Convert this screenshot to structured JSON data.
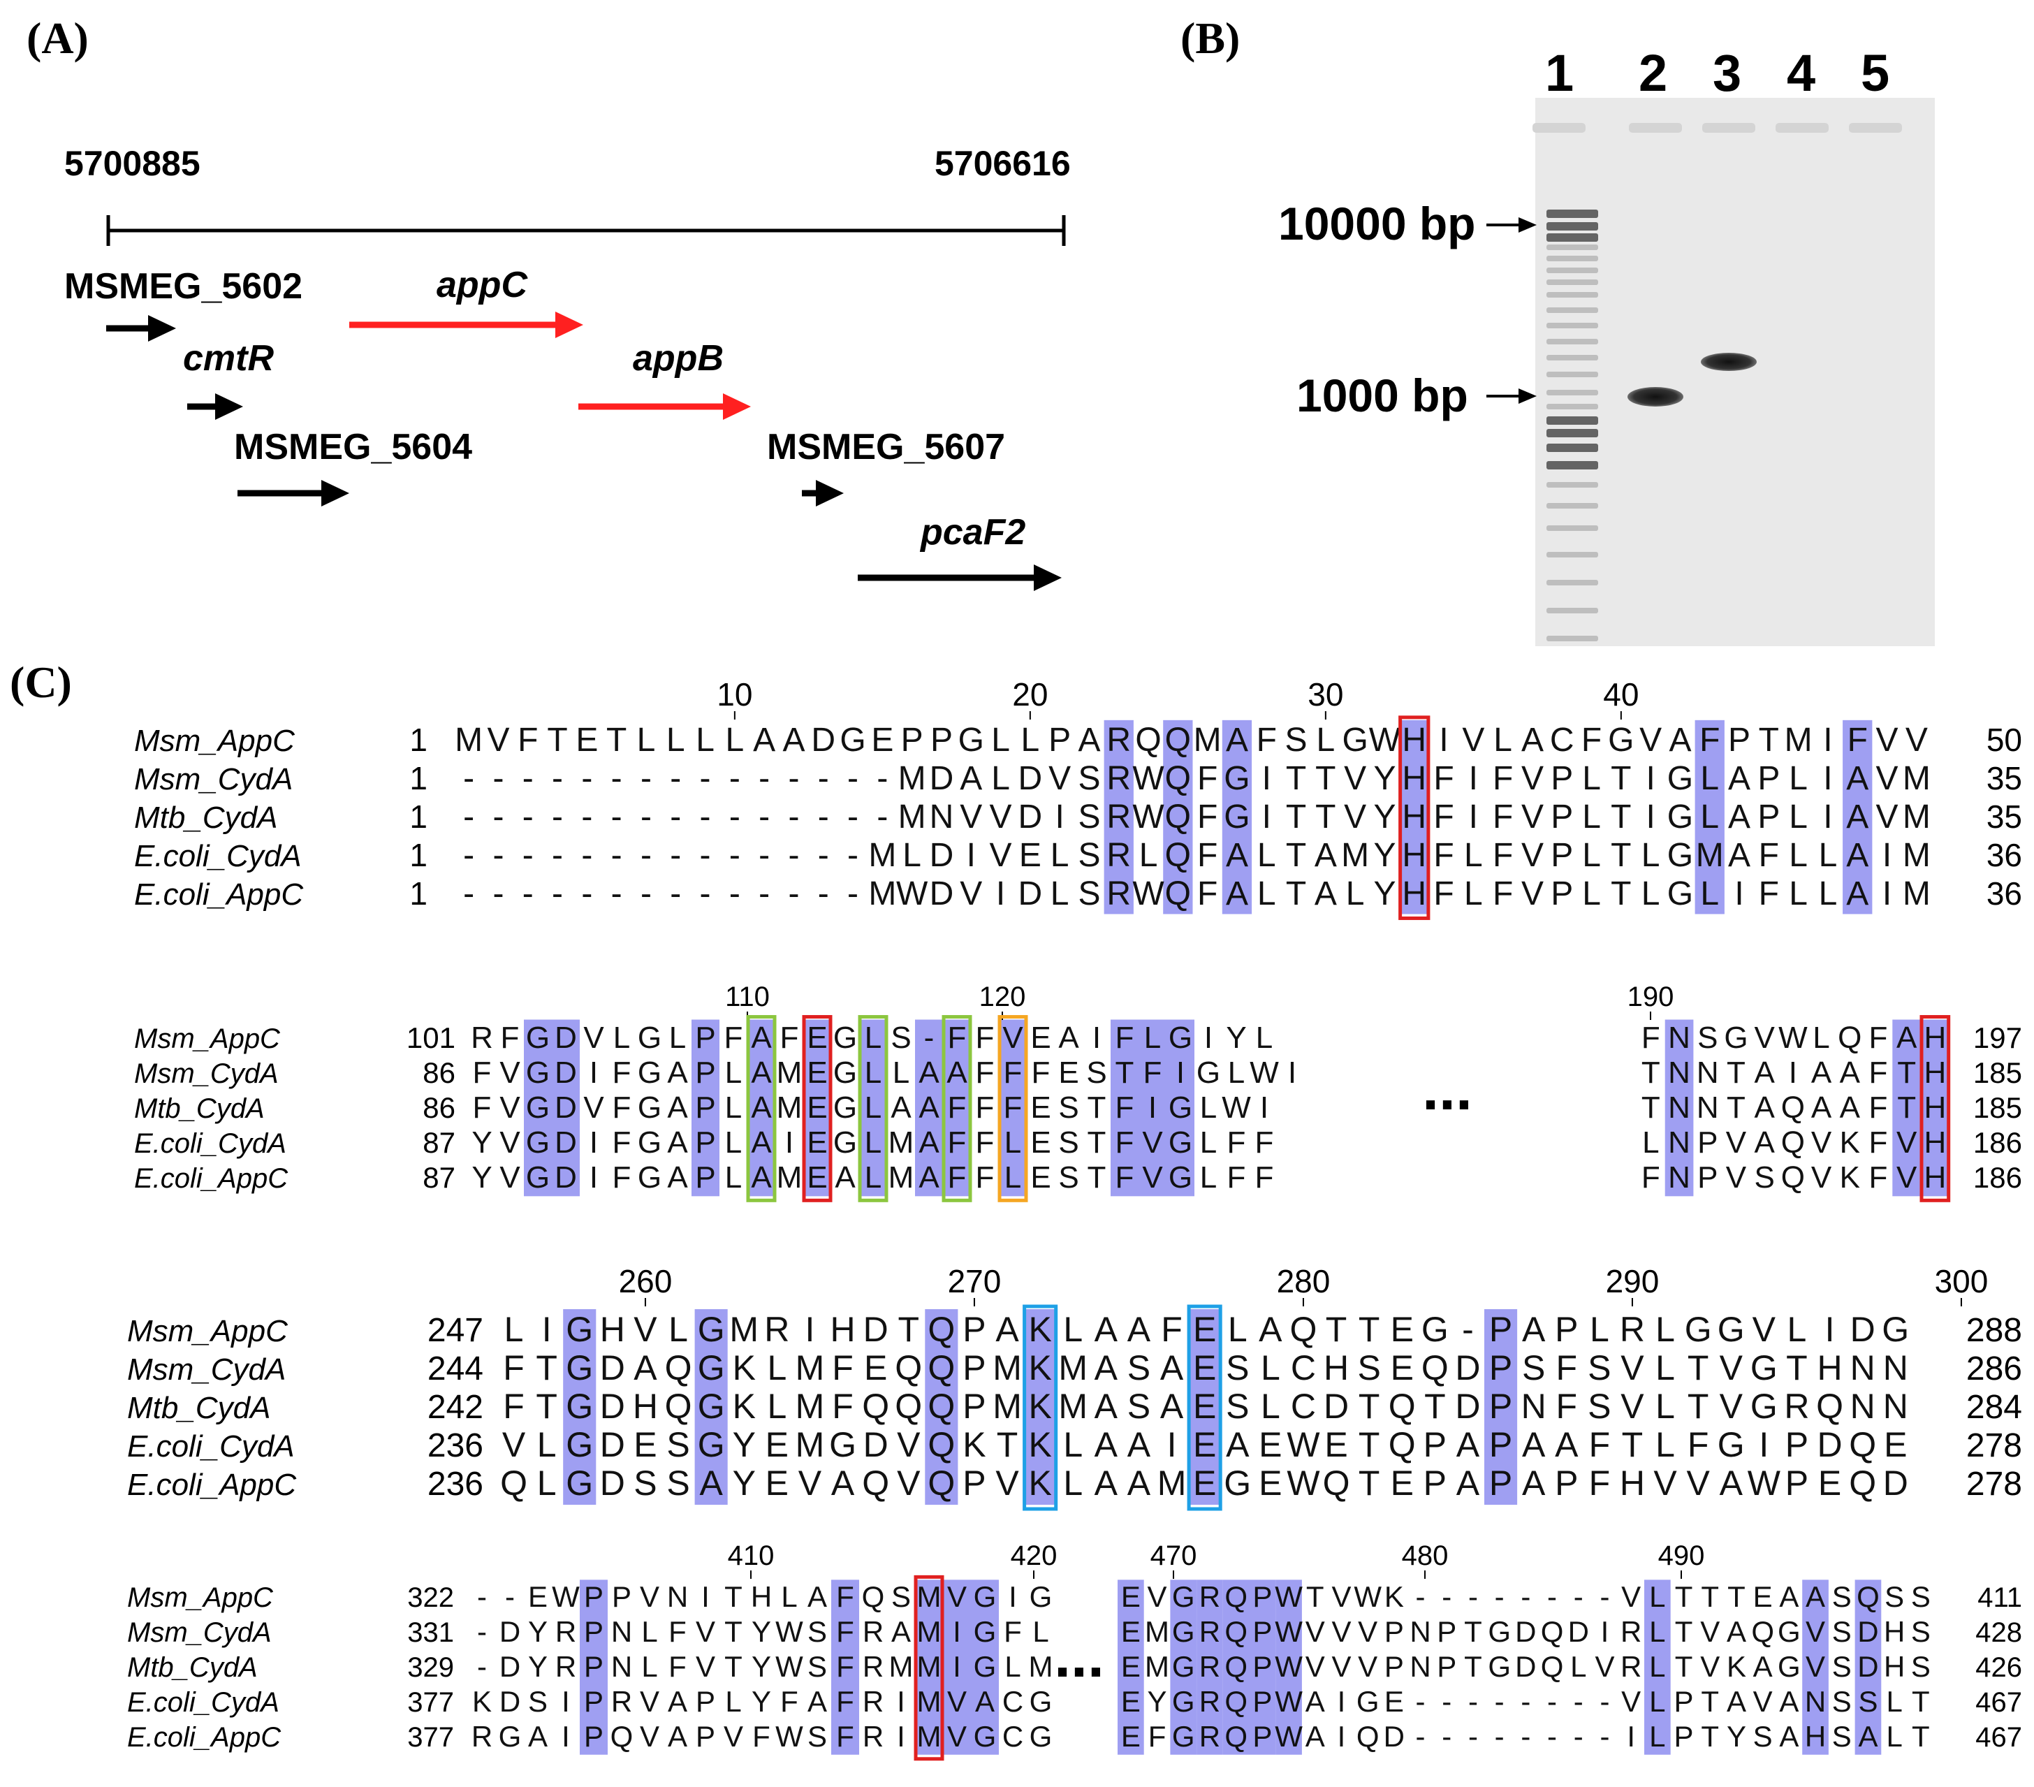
{
  "panels": {
    "a": "(A)",
    "b": "(B)",
    "c": "(C)"
  },
  "panel_a": {
    "coord_start": "5700885",
    "coord_end": "5706616",
    "genes": [
      {
        "name": "MSMEG_5602",
        "italic": false,
        "highlight": false
      },
      {
        "name": "cmtR",
        "italic": true,
        "highlight": false
      },
      {
        "name": "MSMEG_5604",
        "italic": false,
        "highlight": false
      },
      {
        "name": "appC",
        "italic": true,
        "highlight": true
      },
      {
        "name": "appB",
        "italic": true,
        "highlight": true
      },
      {
        "name": "MSMEG_5607",
        "italic": false,
        "highlight": false
      },
      {
        "name": "pcaF2",
        "italic": true,
        "highlight": false
      }
    ]
  },
  "panel_b": {
    "lanes": [
      "1",
      "2",
      "3",
      "4",
      "5"
    ],
    "markers": [
      "10000 bp",
      "1000 bp"
    ]
  },
  "panel_c": {
    "species": [
      "Msm_AppC",
      "Msm_CydA",
      "Mtb_CydA",
      "E.coli_CydA",
      "E.coli_AppC"
    ],
    "blocks": [
      {
        "ticks": [
          {
            "label": "10",
            "col": 10
          },
          {
            "label": "20",
            "col": 20
          },
          {
            "label": "30",
            "col": 30
          },
          {
            "label": "40",
            "col": 40
          }
        ],
        "segments": [
          {
            "rows": [
              {
                "start": "1",
                "seq": "MVFTETLLLLAADGEPPGLLPARQQMAFSLGWHIVLACFGVAFPTMIFVV",
                "end": "50"
              },
              {
                "start": "1",
                "seq": "---------------MDALDVSRWQFGITTVYHFIFVPLTIGLAPLIAVM",
                "end": "35"
              },
              {
                "start": "1",
                "seq": "---------------MNVVDISRWQFGITTVYHFIFVPLTIGLAPLIAVM",
                "end": "35"
              },
              {
                "start": "1",
                "seq": "--------------MLDIVELSRLQFALTAMYHFLFVPLTLGMAFLLAIM",
                "end": "36"
              },
              {
                "start": "1",
                "seq": "--------------MWDVIDLSRWQFALTALYHFLFVPLTLGLIFLLAIM",
                "end": "36"
              }
            ],
            "shaded_columns": [
              23,
              25,
              27,
              33,
              43,
              48
            ],
            "boxes": [
              {
                "col": 33,
                "color": "red"
              }
            ]
          }
        ]
      },
      {
        "ticks": [
          {
            "label": "110",
            "col": 10
          },
          {
            "label": "120",
            "col": 19
          },
          {
            "label": "190",
            "col": 22
          }
        ],
        "segments": [
          {
            "rows": [
              {
                "start": "101",
                "seq": "RFGDVLGLPFAFEGLS-FFVEAIFLGIYL",
                "end": ""
              },
              {
                "start": "86",
                "seq": "FVGDIFGAPLAMEGLLAAFFFESTFIGLWI",
                "end": ""
              },
              {
                "start": "86",
                "seq": "FVGDVFGAPLAMEGLAAFFFESTFIGLWI",
                "end": ""
              },
              {
                "start": "87",
                "seq": "YVGDIFGAPLAIEGLMAFFLESTFVGLFF",
                "end": ""
              },
              {
                "start": "87",
                "seq": "YVGDIFGAPLAMEALMAFFLESTFVGLFF",
                "end": ""
              }
            ],
            "shaded_columns": [
              3,
              4,
              9,
              11,
              13,
              15,
              17,
              18,
              20,
              24,
              25,
              26
            ],
            "boxes": [
              {
                "col": 11,
                "color": "green"
              },
              {
                "col": 13,
                "color": "red"
              },
              {
                "col": 15,
                "color": "green"
              },
              {
                "col": 18,
                "color": "green"
              },
              {
                "col": 20,
                "color": "orange"
              }
            ]
          },
          {
            "rows": [
              {
                "start": "",
                "seq": "FNSGVWLQFAH",
                "end": "197"
              },
              {
                "start": "",
                "seq": "TNNTAIAAFTH",
                "end": "185"
              },
              {
                "start": "",
                "seq": "TNNTAQAAFTH",
                "end": "185"
              },
              {
                "start": "",
                "seq": "LNPVAQVKFVH",
                "end": "186"
              },
              {
                "start": "",
                "seq": "FNPVSQVKFVH",
                "end": "186"
              }
            ],
            "shaded_columns": [
              2,
              10,
              11
            ],
            "boxes": [
              {
                "col": 11,
                "color": "red"
              }
            ]
          }
        ]
      },
      {
        "ticks": [
          {
            "label": "260",
            "col": 5
          },
          {
            "label": "270",
            "col": 15
          },
          {
            "label": "280",
            "col": 25
          },
          {
            "label": "290",
            "col": 35
          },
          {
            "label": "300",
            "col": 45
          }
        ],
        "segments": [
          {
            "rows": [
              {
                "start": "247",
                "seq": "LIGHVLGMRIHDTQPAKLAAFELAQTTEG-PAPLRLGGVLIDG",
                "end": "288"
              },
              {
                "start": "244",
                "seq": "FTGDAQGKLMFEQQPMKMASAESLCHSEQDPSFSVLTVGTHNN",
                "end": "286"
              },
              {
                "start": "242",
                "seq": "FTGDHQGKLMFQQQPMKMASAESLCDTQTDPNFSVLTVGRQNN",
                "end": "284"
              },
              {
                "start": "236",
                "seq": "VLGDESGYEMGDVQKTKLAAIEAEWETQPAPAAFTLFGIPDQE",
                "end": "278"
              },
              {
                "start": "236",
                "seq": "QLGDSSAYEVAQVQPVKLAAMEGEWQTEPAPAPFHVVAWPEQD",
                "end": "278"
              }
            ],
            "shaded_columns": [
              3,
              7,
              14,
              17,
              22,
              31
            ],
            "boxes": [
              {
                "col": 17,
                "color": "blue"
              },
              {
                "col": 22,
                "color": "blue"
              }
            ]
          }
        ]
      },
      {
        "ticks": [
          {
            "label": "410",
            "col": 10
          },
          {
            "label": "420",
            "col": 20
          },
          {
            "label": "470",
            "col": 23
          },
          {
            "label": "480",
            "col": 32
          },
          {
            "label": "490",
            "col": 40
          }
        ],
        "segments": [
          {
            "rows": [
              {
                "start": "322",
                "seq": "--EWPPVNITHLAFQSMVGIG",
                "end": ""
              },
              {
                "start": "331",
                "seq": "-DYRPNLFVTYWSFRAMIGFL",
                "end": ""
              },
              {
                "start": "329",
                "seq": "-DYRPNLFVTYWSFRMMIGLM",
                "end": ""
              },
              {
                "start": "377",
                "seq": "KDSIPRVAPLYFAFRIMVACG",
                "end": ""
              },
              {
                "start": "377",
                "seq": "RGAIPQVAPVFWSFRIMVGCG",
                "end": ""
              }
            ],
            "shaded_columns": [
              5,
              14,
              17,
              18,
              19
            ],
            "boxes": [
              {
                "col": 17,
                "color": "red"
              }
            ]
          },
          {
            "rows": [
              {
                "start": "",
                "seq": "EVGRQPWTVWK--------VLTTTEAASQSS",
                "end": "411"
              },
              {
                "start": "",
                "seq": "EMGRQPWVVVPNPTGDQDIRLTVAQGVSDHS",
                "end": "428"
              },
              {
                "start": "",
                "seq": "EMGRQPWVVVPNPTGDQLVRLTVKAGVSDHS",
                "end": "426"
              },
              {
                "start": "",
                "seq": "EYGRQPWAIGE--------VLPTAVANSSLT",
                "end": "467"
              },
              {
                "start": "",
                "seq": "EFGRQPWAIQD--------ILPTYSAHSALT",
                "end": "467"
              }
            ],
            "shaded_columns": [
              1,
              3,
              4,
              5,
              6,
              7,
              21,
              27,
              29
            ],
            "boxes": []
          }
        ]
      }
    ],
    "ellipsis": "..."
  },
  "colors": {
    "shade": "#8e8ef0",
    "red": "#e02020",
    "green": "#8cc63f",
    "orange": "#f5a623",
    "blue": "#1ea0e6",
    "highlight_arrow": "#ff2020",
    "gel_bg": "#e9e9e9"
  }
}
